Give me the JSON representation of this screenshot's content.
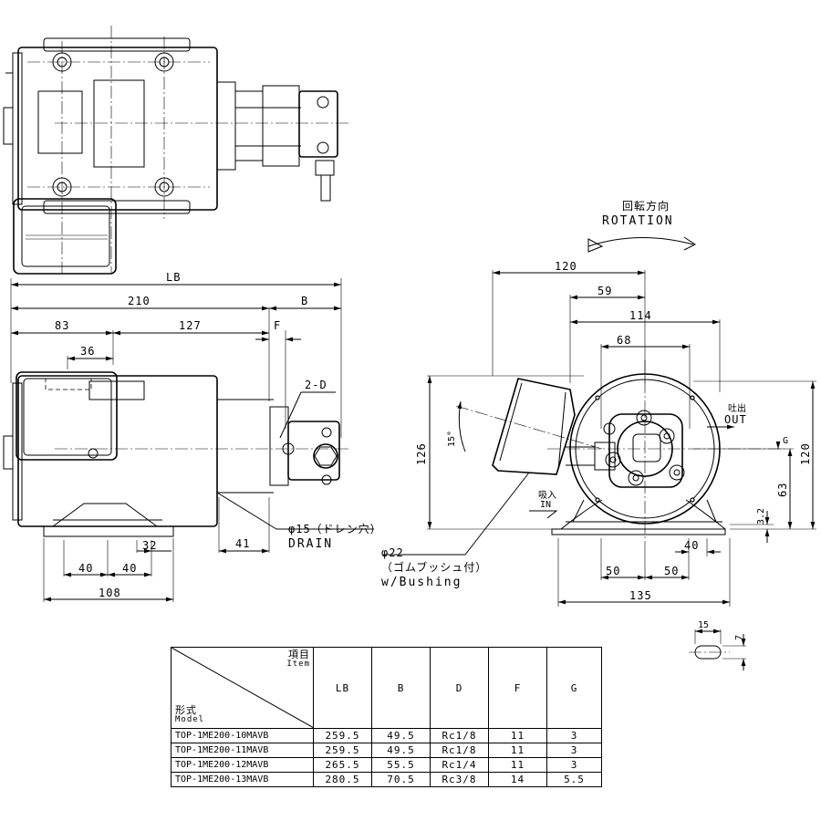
{
  "dims": {
    "lb": "LB",
    "d210": "210",
    "b": "B",
    "d83": "83",
    "d127": "127",
    "f": "F",
    "d36": "36",
    "twod": "2-D",
    "d41": "41",
    "d32": "32",
    "d40a": "40",
    "d40b": "40",
    "d108": "108",
    "d120top": "120",
    "d59": "59",
    "d114": "114",
    "d68": "68",
    "d126": "126",
    "d15deg": "15°",
    "d63": "63",
    "d120right": "120",
    "g": "G",
    "d3_2": "3.2",
    "d40c": "40",
    "d50a": "50",
    "d50b": "50",
    "d135": "135",
    "d15small": "15",
    "d7": "7"
  },
  "labels": {
    "rotation_jp": "回転方向",
    "rotation_en": "ROTATION",
    "outlet_jp": "吐出",
    "outlet_en": "OUT",
    "inlet_jp": "吸入",
    "inlet_en": "IN",
    "drain_jp": "φ15（ドレン穴）",
    "drain_en": "DRAIN",
    "bushing_dia": "φ22",
    "bushing_jp": "（ゴムブッシュ付）",
    "bushing_en": "w/Bushing"
  },
  "table": {
    "item_jp": "項目",
    "item_en": "Item",
    "model_jp": "形式",
    "model_en": "Model",
    "columns": [
      "LB",
      "B",
      "D",
      "F",
      "G"
    ],
    "rows": [
      {
        "model": "TOP-1ME200-10MAVB",
        "lb": "259.5",
        "b": "49.5",
        "d": "Rc1/8",
        "f": "11",
        "g": "3"
      },
      {
        "model": "TOP-1ME200-11MAVB",
        "lb": "259.5",
        "b": "49.5",
        "d": "Rc1/8",
        "f": "11",
        "g": "3"
      },
      {
        "model": "TOP-1ME200-12MAVB",
        "lb": "265.5",
        "b": "55.5",
        "d": "Rc1/4",
        "f": "11",
        "g": "3"
      },
      {
        "model": "TOP-1ME200-13MAVB",
        "lb": "280.5",
        "b": "70.5",
        "d": "Rc3/8",
        "f": "14",
        "g": "5.5"
      }
    ]
  }
}
